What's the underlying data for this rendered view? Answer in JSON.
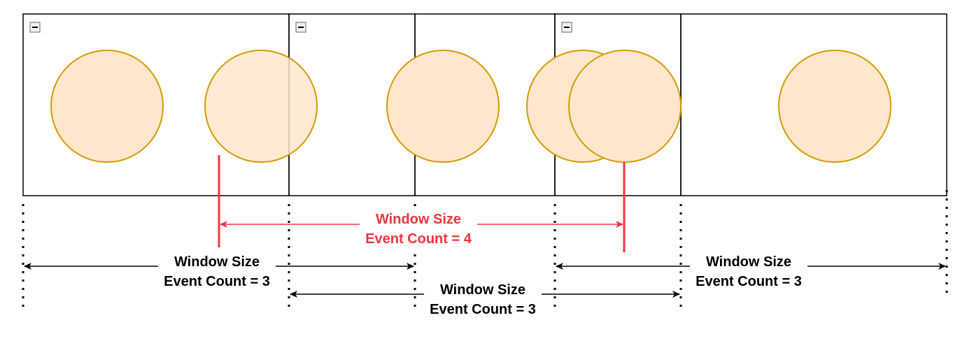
{
  "colors": {
    "event_fill": "#ffe6cc",
    "event_stroke": "#d79b00",
    "highlight": "#f0353f",
    "ink": "#000000"
  },
  "icons": {
    "collapse": "minus-square-icon"
  },
  "windows": [
    {
      "title_line1": "Window Size",
      "title_line2": "Event Count = 3",
      "highlighted": false
    },
    {
      "title_line1": "Window Size",
      "title_line2": "Event Count = 3",
      "highlighted": false
    },
    {
      "title_line1": "Window Size",
      "title_line2": "Event Count = 3",
      "highlighted": false
    },
    {
      "title_line1": "Window Size",
      "title_line2": "Event Count = 4",
      "highlighted": true
    }
  ]
}
